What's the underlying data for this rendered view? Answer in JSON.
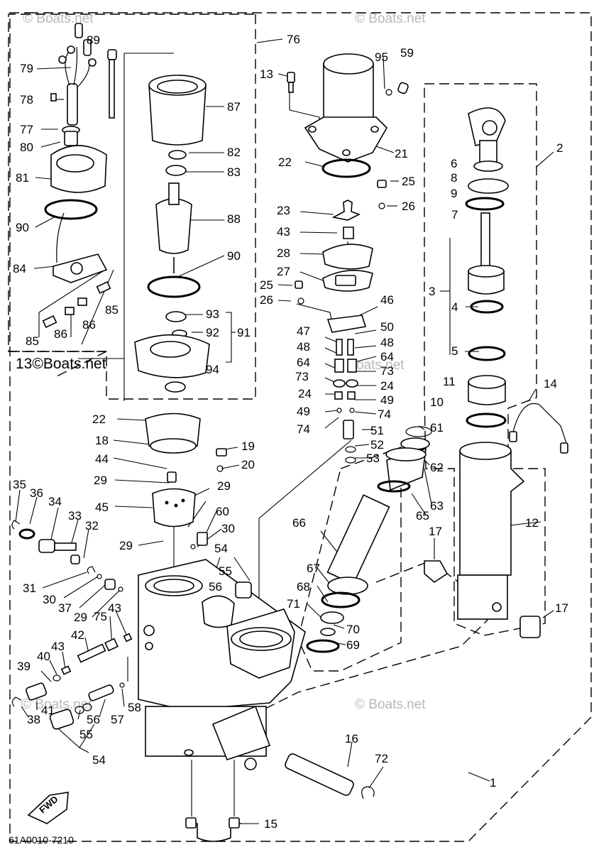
{
  "watermarks": [
    "© Boats.net",
    "© Boats.net",
    "© Boats.net",
    "© Boats.net",
    "© Boats.net"
  ],
  "corner_mark": "13©Boats.net",
  "drawing_code": "61A0010-7210",
  "fwd_label": "FWD",
  "callouts": {
    "c1": "1",
    "c2": "2",
    "c3": "3",
    "c4": "4",
    "c5": "5",
    "c6": "6",
    "c7": "7",
    "c8": "8",
    "c9": "9",
    "c10": "10",
    "c11": "11",
    "c12": "12",
    "c13": "13",
    "c14": "14",
    "c15": "15",
    "c16": "16",
    "c17a": "17",
    "c17b": "17",
    "c18": "18",
    "c19": "19",
    "c20": "20",
    "c21": "21",
    "c22a": "22",
    "c22b": "22",
    "c23": "23",
    "c24a": "24",
    "c24b": "24",
    "c25a": "25",
    "c25b": "25",
    "c26a": "26",
    "c26b": "26",
    "c27": "27",
    "c28": "28",
    "c29a": "29",
    "c29b": "29",
    "c29c": "29",
    "c29d": "29",
    "c30a": "30",
    "c30b": "30",
    "c31": "31",
    "c32": "32",
    "c33": "33",
    "c34": "34",
    "c35": "35",
    "c36": "36",
    "c37": "37",
    "c38": "38",
    "c39": "39",
    "c40": "40",
    "c41": "41",
    "c42": "42",
    "c43a": "43",
    "c43b": "43",
    "c43c": "43",
    "c44": "44",
    "c45": "45",
    "c46": "46",
    "c47": "47",
    "c48a": "48",
    "c48b": "48",
    "c49a": "49",
    "c49b": "49",
    "c50": "50",
    "c51": "51",
    "c52": "52",
    "c53": "53",
    "c54a": "54",
    "c54b": "54",
    "c55a": "55",
    "c55b": "55",
    "c56a": "56",
    "c56b": "56",
    "c57": "57",
    "c58": "58",
    "c59": "59",
    "c60": "60",
    "c61": "61",
    "c62": "62",
    "c63": "63",
    "c64a": "64",
    "c64b": "64",
    "c65": "65",
    "c66": "66",
    "c67": "67",
    "c68": "68",
    "c69": "69",
    "c70": "70",
    "c71": "71",
    "c72": "72",
    "c73a": "73",
    "c73b": "73",
    "c74a": "74",
    "c74b": "74",
    "c75": "75",
    "c76": "76",
    "c77": "77",
    "c78": "78",
    "c79": "79",
    "c80": "80",
    "c81": "81",
    "c82": "82",
    "c83": "83",
    "c84": "84",
    "c85a": "85",
    "c85b": "85",
    "c86a": "86",
    "c86b": "86",
    "c87": "87",
    "c88": "88",
    "c89": "89",
    "c90a": "90",
    "c90b": "90",
    "c91": "91",
    "c92": "92",
    "c93": "93",
    "c94": "94",
    "c95": "95"
  }
}
